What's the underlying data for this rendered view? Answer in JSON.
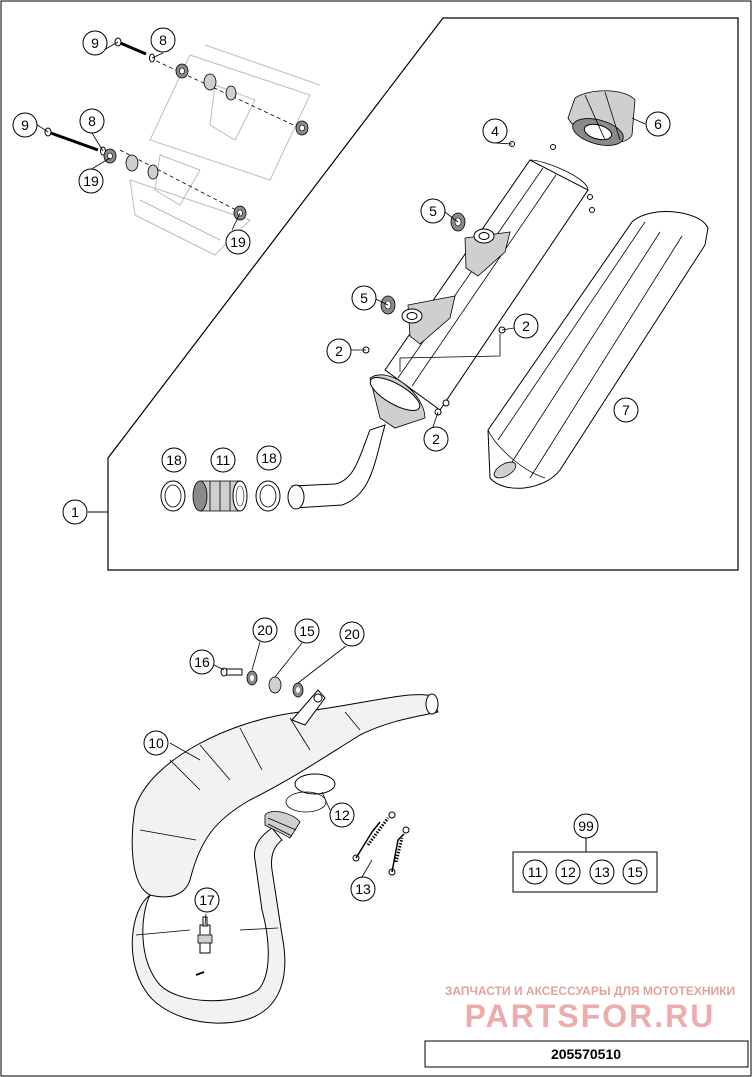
{
  "drawing_number": "205570510",
  "watermark": {
    "caption": "ЗАПЧАСТИ И АКСЕССУАРЫ ДЛЯ МОТОТЕХНИКИ",
    "logo": "PARTSFOR.RU",
    "color": "#e06a6a"
  },
  "callouts": {
    "p1": "1",
    "p2a": "2",
    "p2b": "2",
    "p2c": "2",
    "p4": "4",
    "p5a": "5",
    "p5b": "5",
    "p6": "6",
    "p7": "7",
    "p8a": "8",
    "p8b": "8",
    "p9a": "9",
    "p9b": "9",
    "p10": "10",
    "p11": "11",
    "p12": "12",
    "p13": "13",
    "p15": "15",
    "p16": "16",
    "p17": "17",
    "p18a": "18",
    "p18b": "18",
    "p19a": "19",
    "p19b": "19",
    "p20a": "20",
    "p20b": "20",
    "p99": "99"
  },
  "kit_99": [
    "11",
    "12",
    "13",
    "15"
  ]
}
